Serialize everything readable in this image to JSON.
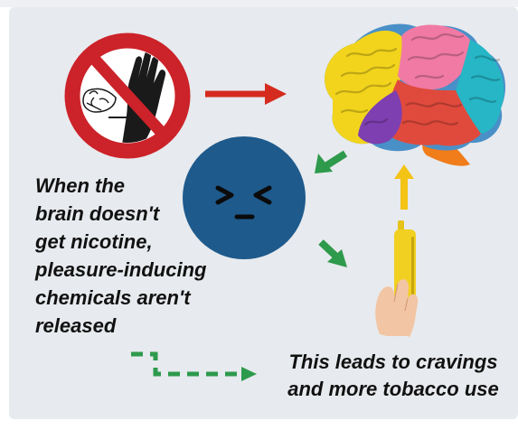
{
  "captions": {
    "left": [
      "When the",
      "brain doesn't",
      "get nicotine,",
      "pleasure-inducing",
      "chemicals aren't",
      "released"
    ],
    "right": [
      "This leads to cravings",
      "and more tobacco use"
    ]
  },
  "icons": {
    "stop": "no-entry-hand-sign-icon",
    "brain": "colorful-brain-icon",
    "face": "distressed-face-icon",
    "vape": "vape-pen-in-hand-icon"
  },
  "colors": {
    "panel": "#e7eaee",
    "red_arrow": "#d52b1e",
    "green_arrow": "#2e9a4c",
    "yellow_arrow": "#f3c316",
    "face": "#1e5a8c",
    "sign_ring": "#cc2229",
    "vape": "#f1d022"
  }
}
